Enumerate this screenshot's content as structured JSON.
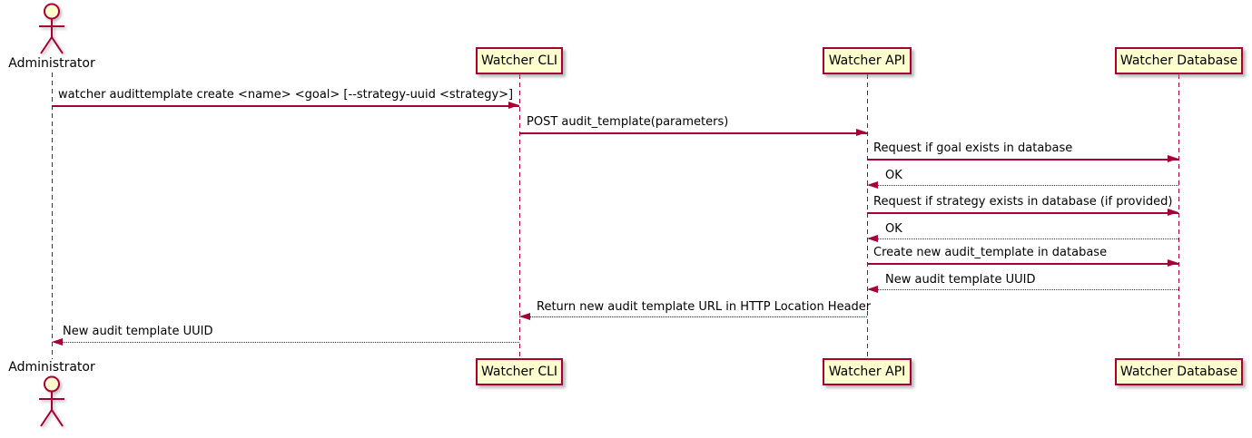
{
  "diagram": {
    "type": "uml-sequence",
    "colors": {
      "line": "#A80036",
      "participant_fill": "#FEFECE",
      "text": "#000000",
      "background": "#FFFFFF",
      "shadow": "#888888"
    },
    "actors": [
      {
        "label": "Administrator"
      }
    ],
    "participants": [
      {
        "label": "Watcher CLI"
      },
      {
        "label": "Watcher API"
      },
      {
        "label": "Watcher Database"
      }
    ],
    "messages": [
      {
        "from": "Administrator",
        "to": "Watcher CLI",
        "type": "solid",
        "text": "watcher audittemplate create <name> <goal> [--strategy-uuid <strategy>]"
      },
      {
        "from": "Watcher CLI",
        "to": "Watcher API",
        "type": "solid",
        "text": "POST audit_template(parameters)"
      },
      {
        "from": "Watcher API",
        "to": "Watcher Database",
        "type": "solid",
        "text": "Request if goal exists in database"
      },
      {
        "from": "Watcher Database",
        "to": "Watcher API",
        "type": "dashed",
        "text": "OK"
      },
      {
        "from": "Watcher API",
        "to": "Watcher Database",
        "type": "solid",
        "text": "Request if strategy exists in database (if provided)"
      },
      {
        "from": "Watcher Database",
        "to": "Watcher API",
        "type": "dashed",
        "text": "OK"
      },
      {
        "from": "Watcher API",
        "to": "Watcher Database",
        "type": "solid",
        "text": "Create new audit_template in database"
      },
      {
        "from": "Watcher Database",
        "to": "Watcher API",
        "type": "dashed",
        "text": "New audit template UUID"
      },
      {
        "from": "Watcher API",
        "to": "Watcher CLI",
        "type": "dashed",
        "text": "Return new audit template URL in HTTP Location Header"
      },
      {
        "from": "Watcher CLI",
        "to": "Administrator",
        "type": "dashed",
        "text": "New audit template UUID"
      }
    ]
  }
}
